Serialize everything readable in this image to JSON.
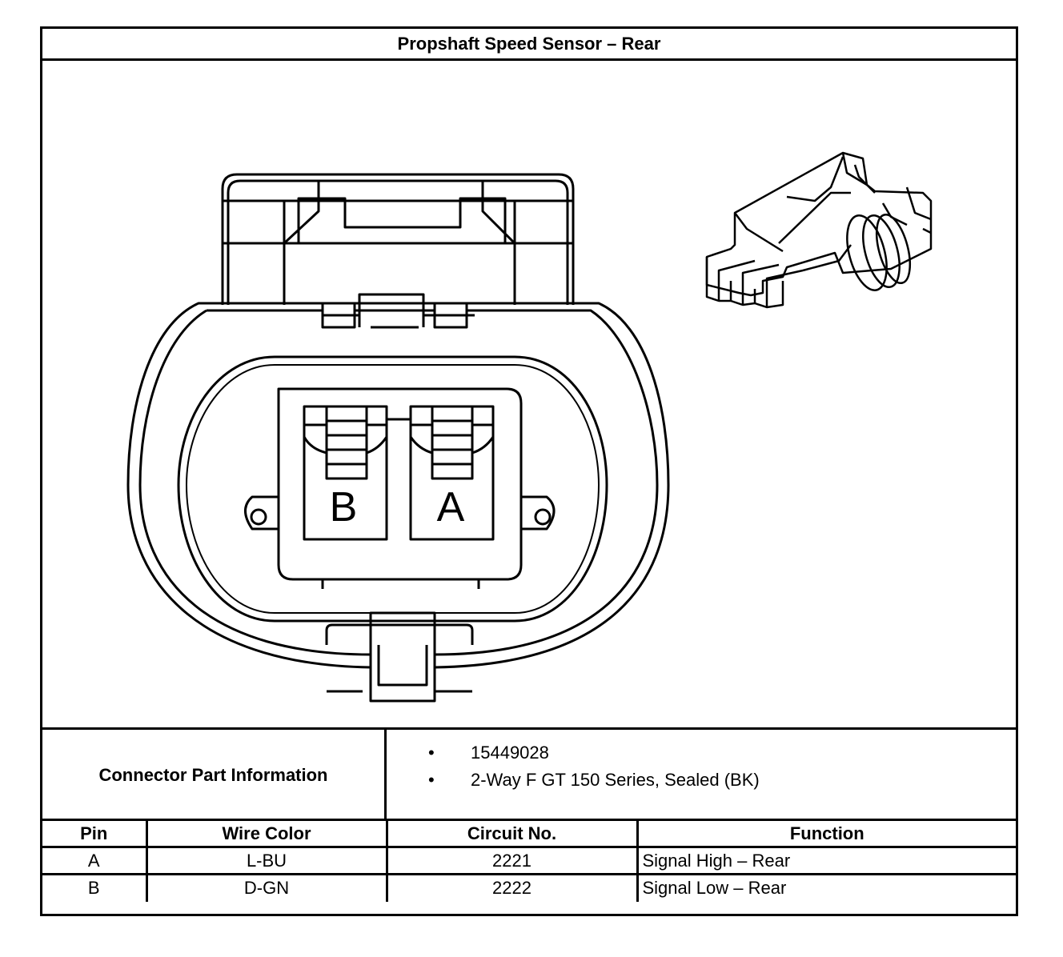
{
  "title": "Propshaft Speed Sensor – Rear",
  "connector": {
    "cavity_labels": [
      "B",
      "A"
    ]
  },
  "part_info": {
    "label": "Connector Part Information",
    "items": [
      "15449028",
      "2-Way F GT 150 Series, Sealed (BK)"
    ]
  },
  "pin_table": {
    "headers": [
      "Pin",
      "Wire Color",
      "Circuit No.",
      "Function"
    ],
    "rows": [
      [
        "A",
        "L-BU",
        "2221",
        "Signal High – Rear"
      ],
      [
        "B",
        "D-GN",
        "2222",
        "Signal Low – Rear"
      ]
    ]
  }
}
